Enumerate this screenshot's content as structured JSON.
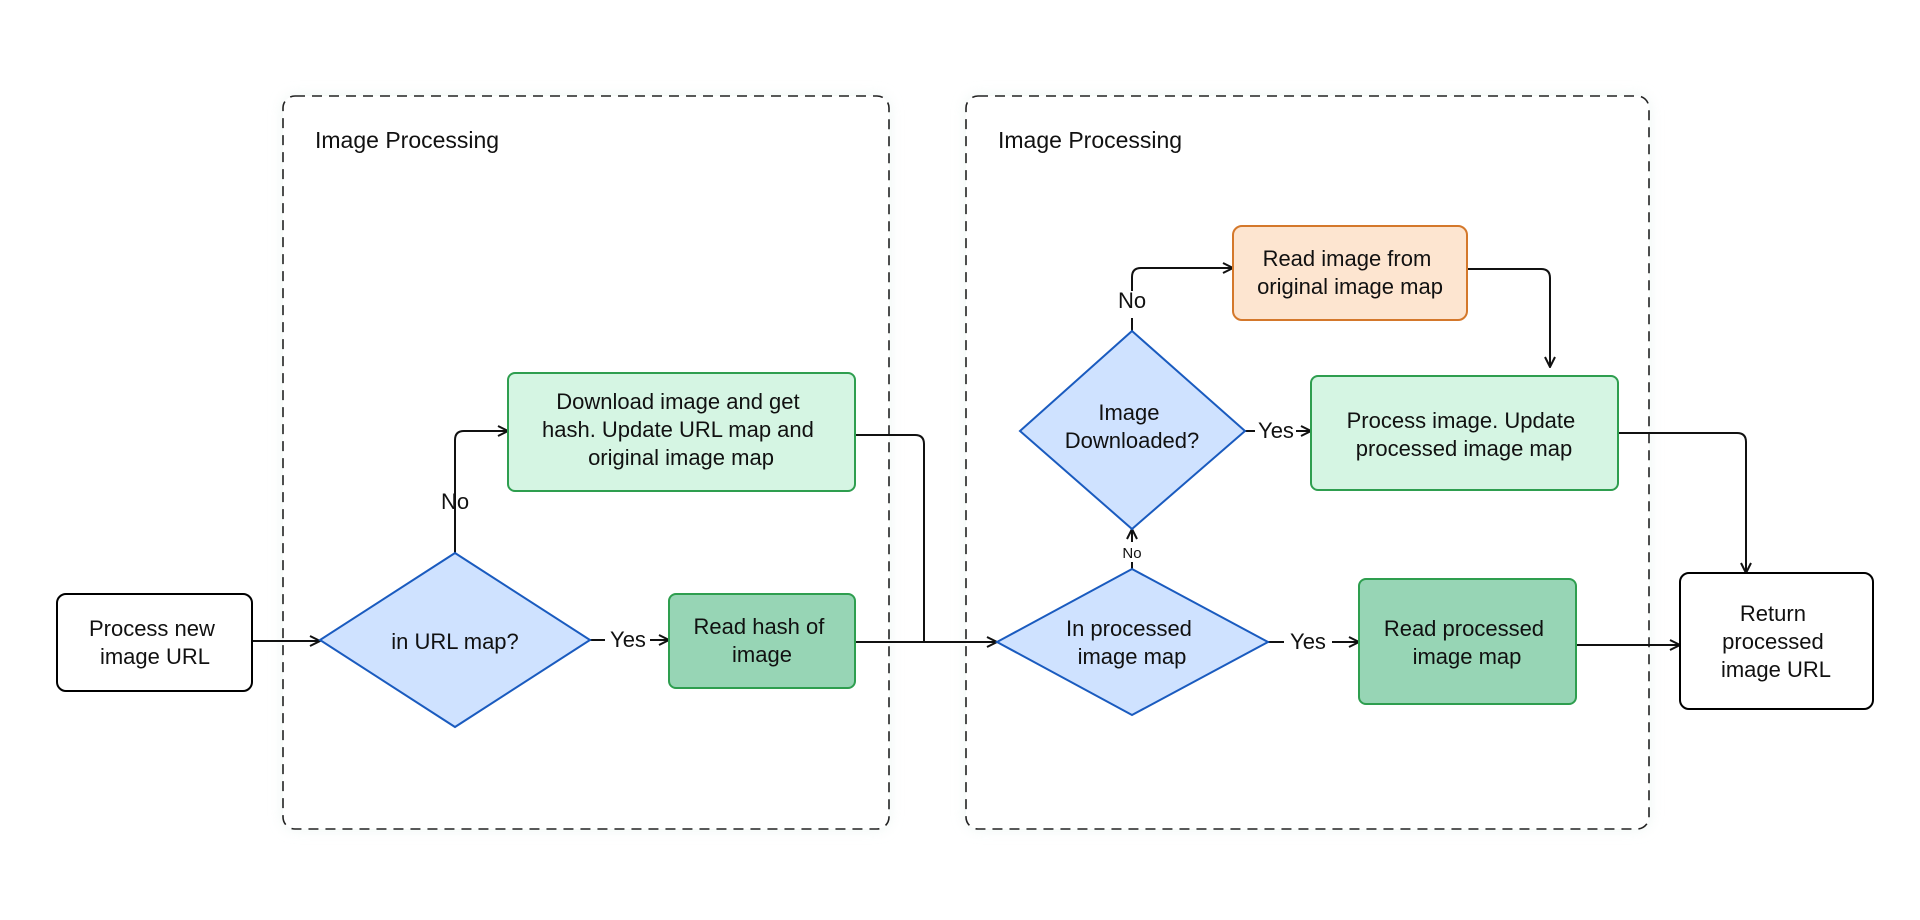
{
  "groups": [
    {
      "id": "g1",
      "title": "Image Processing"
    },
    {
      "id": "g2",
      "title": "Image Processing"
    }
  ],
  "nodes": [
    {
      "id": "n_start",
      "shape": "rect",
      "lines": [
        "Process new",
        "image URL"
      ],
      "fill": "#ffffff",
      "stroke": "#000000"
    },
    {
      "id": "n_urlmap",
      "shape": "diamond",
      "lines": [
        "in URL map?"
      ],
      "fill": "#cfe2ff",
      "stroke": "#1a5bbf"
    },
    {
      "id": "n_download",
      "shape": "rect",
      "lines": [
        "Download image and get",
        "hash. Update URL map and",
        "original image map"
      ],
      "fill": "#d5f5e3",
      "stroke": "#2e9e4f"
    },
    {
      "id": "n_readhash",
      "shape": "rect",
      "lines": [
        "Read hash of",
        "image"
      ],
      "fill": "#97d5b5",
      "stroke": "#2e9e4f"
    },
    {
      "id": "n_inprocessed",
      "shape": "diamond",
      "lines": [
        "In processed",
        "image map"
      ],
      "fill": "#cfe2ff",
      "stroke": "#1a5bbf"
    },
    {
      "id": "n_downloaded",
      "shape": "diamond",
      "lines": [
        "Image",
        "Downloaded?"
      ],
      "fill": "#cfe2ff",
      "stroke": "#1a5bbf"
    },
    {
      "id": "n_readorig",
      "shape": "rect",
      "lines": [
        "Read image from",
        "original image map"
      ],
      "fill": "#fde5d0",
      "stroke": "#d4782b"
    },
    {
      "id": "n_processimg",
      "shape": "rect",
      "lines": [
        "Process image. Update",
        "processed image map"
      ],
      "fill": "#d5f5e3",
      "stroke": "#2e9e4f"
    },
    {
      "id": "n_readprocessed",
      "shape": "rect",
      "lines": [
        "Read processed",
        "image map"
      ],
      "fill": "#97d5b5",
      "stroke": "#2e9e4f"
    },
    {
      "id": "n_return",
      "shape": "rect",
      "lines": [
        "Return",
        "processed",
        "image URL"
      ],
      "fill": "#ffffff",
      "stroke": "#000000"
    }
  ],
  "edges": [
    {
      "id": "e1",
      "from": "n_start",
      "to": "n_urlmap",
      "label": ""
    },
    {
      "id": "e2",
      "from": "n_urlmap",
      "to": "n_download",
      "label": "No"
    },
    {
      "id": "e3",
      "from": "n_urlmap",
      "to": "n_readhash",
      "label": "Yes"
    },
    {
      "id": "e4",
      "from": "n_download",
      "to": "n_inprocessed",
      "label": ""
    },
    {
      "id": "e5",
      "from": "n_readhash",
      "to": "n_inprocessed",
      "label": ""
    },
    {
      "id": "e6",
      "from": "n_inprocessed",
      "to": "n_downloaded",
      "label": "No"
    },
    {
      "id": "e7",
      "from": "n_inprocessed",
      "to": "n_readprocessed",
      "label": "Yes"
    },
    {
      "id": "e8",
      "from": "n_downloaded",
      "to": "n_readorig",
      "label": "No"
    },
    {
      "id": "e9",
      "from": "n_downloaded",
      "to": "n_processimg",
      "label": "Yes"
    },
    {
      "id": "e10",
      "from": "n_readorig",
      "to": "n_processimg",
      "label": ""
    },
    {
      "id": "e11",
      "from": "n_processimg",
      "to": "n_return",
      "label": ""
    },
    {
      "id": "e12",
      "from": "n_readprocessed",
      "to": "n_return",
      "label": ""
    }
  ]
}
